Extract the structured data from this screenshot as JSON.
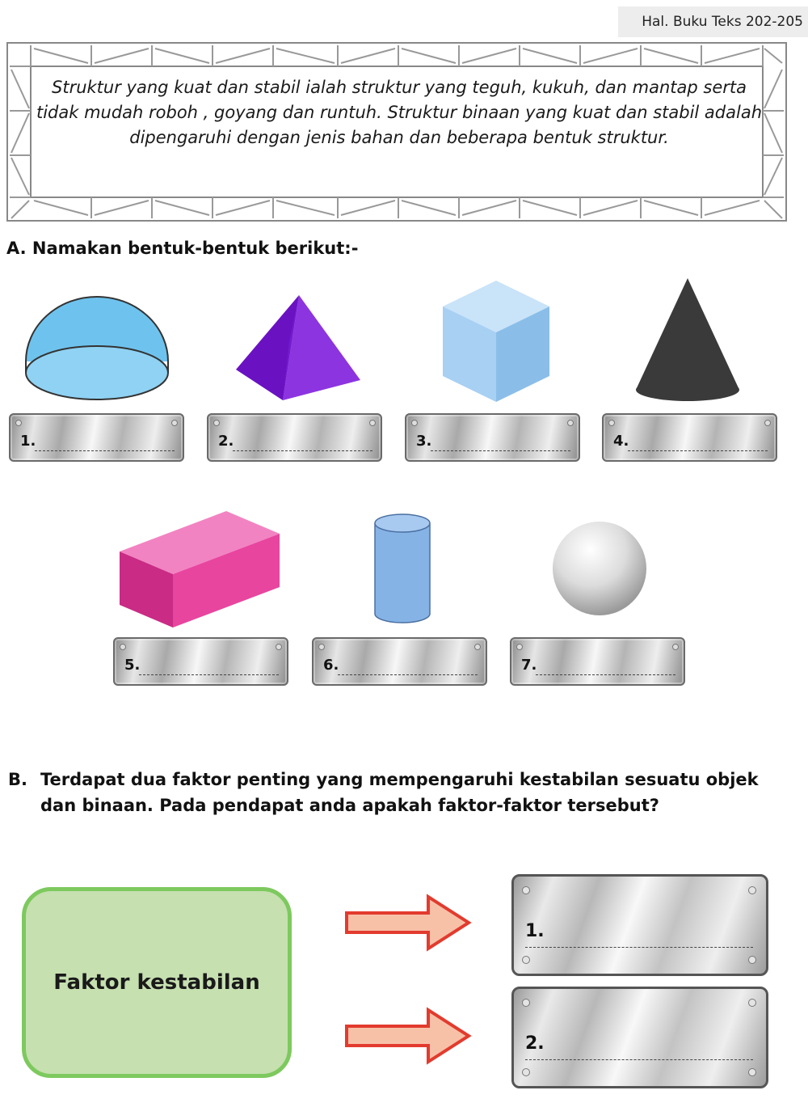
{
  "reference": "Hal. Buku Teks 202-205",
  "intro_text": "Struktur yang kuat dan stabil ialah struktur yang teguh, kukuh, dan mantap serta tidak mudah roboh , goyang dan runtuh. Struktur binaan yang kuat dan stabil adalah dipengaruhi dengan jenis bahan dan beberapa bentuk struktur.",
  "section_a": {
    "heading": "A. Namakan bentuk-bentuk berikut:-",
    "shapes": [
      {
        "num": "1.",
        "icon": "hemisphere-icon",
        "color": "#6ec3ee"
      },
      {
        "num": "2.",
        "icon": "pyramid-icon",
        "color": "#7a1fd1"
      },
      {
        "num": "3.",
        "icon": "cube-icon",
        "color": "#8fc3ee"
      },
      {
        "num": "4.",
        "icon": "cone-icon",
        "color": "#3a3a3a"
      },
      {
        "num": "5.",
        "icon": "cuboid-icon",
        "color": "#e8459f"
      },
      {
        "num": "6.",
        "icon": "cylinder-icon",
        "color": "#86b3e6"
      },
      {
        "num": "7.",
        "icon": "sphere-icon",
        "color": "#d9d9d9"
      }
    ]
  },
  "section_b": {
    "label": "B.",
    "question": "Terdapat dua faktor penting yang mempengaruhi kestabilan sesuatu objek dan binaan. Pada pendapat anda apakah faktor-faktor tersebut?",
    "box_label": "Faktor kestabilan",
    "answers": [
      "1.",
      "2."
    ],
    "box_color": "#c6e0b0",
    "arrow_color": "#e23b2e"
  }
}
